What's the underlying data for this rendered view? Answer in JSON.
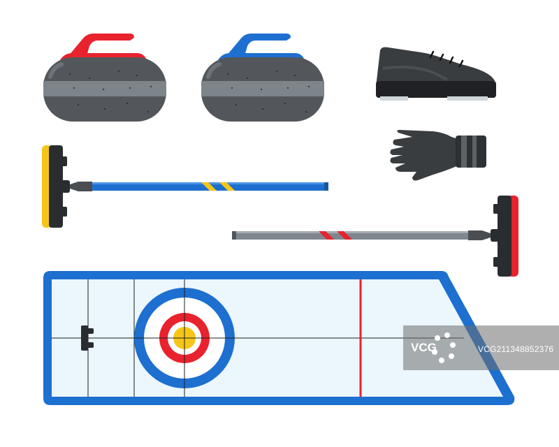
{
  "scene": {
    "subject": "curling equipment icons",
    "colors": {
      "stone": "#53575b",
      "stone_band": "#7d858a",
      "handle_red": "#e8232e",
      "handle_blue": "#1d6fd0",
      "broom_pad_yellow": "#f5c518",
      "broom_pad_red": "#e8232e",
      "ice": "#ebf6fd",
      "border_blue": "#1d6fd0",
      "house_blue": "#1d6fd0",
      "house_red": "#e8232e",
      "button_yellow": "#f5c518",
      "hog_line_red": "#e8232e"
    }
  },
  "watermark": {
    "logo": "VCG",
    "id": "VCG211348852376"
  }
}
